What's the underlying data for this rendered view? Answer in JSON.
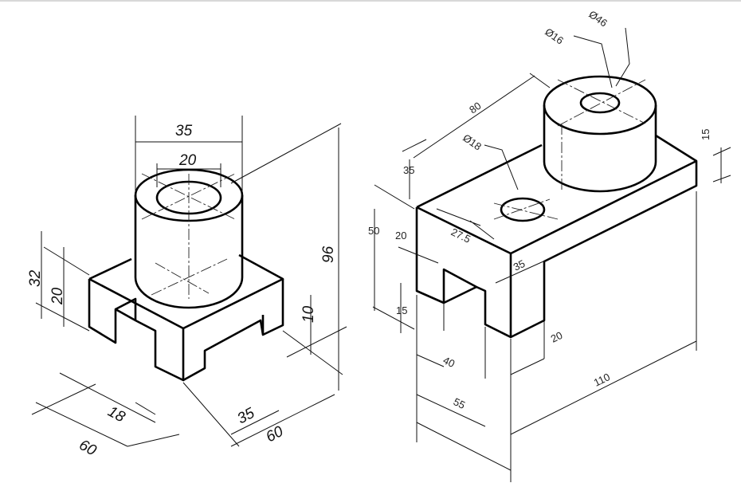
{
  "left_drawing": {
    "dims": {
      "top_outer": "35",
      "top_inner": "20",
      "height_total": "96",
      "right_10": "10",
      "left_32": "32",
      "left_20": "20",
      "slot_18": "18",
      "slot_35": "35",
      "base_left_60": "60",
      "base_right_60": "60"
    }
  },
  "right_drawing": {
    "dims": {
      "dia46": "Ø46",
      "dia16": "Ø16",
      "len80": "80",
      "dia18": "Ø18",
      "h35": "35",
      "h15": "15",
      "off275": "27.5",
      "off35": "35",
      "h50": "50",
      "h20": "20",
      "w15": "15",
      "w40": "40",
      "w55": "55",
      "w20": "20",
      "len110": "110"
    }
  }
}
